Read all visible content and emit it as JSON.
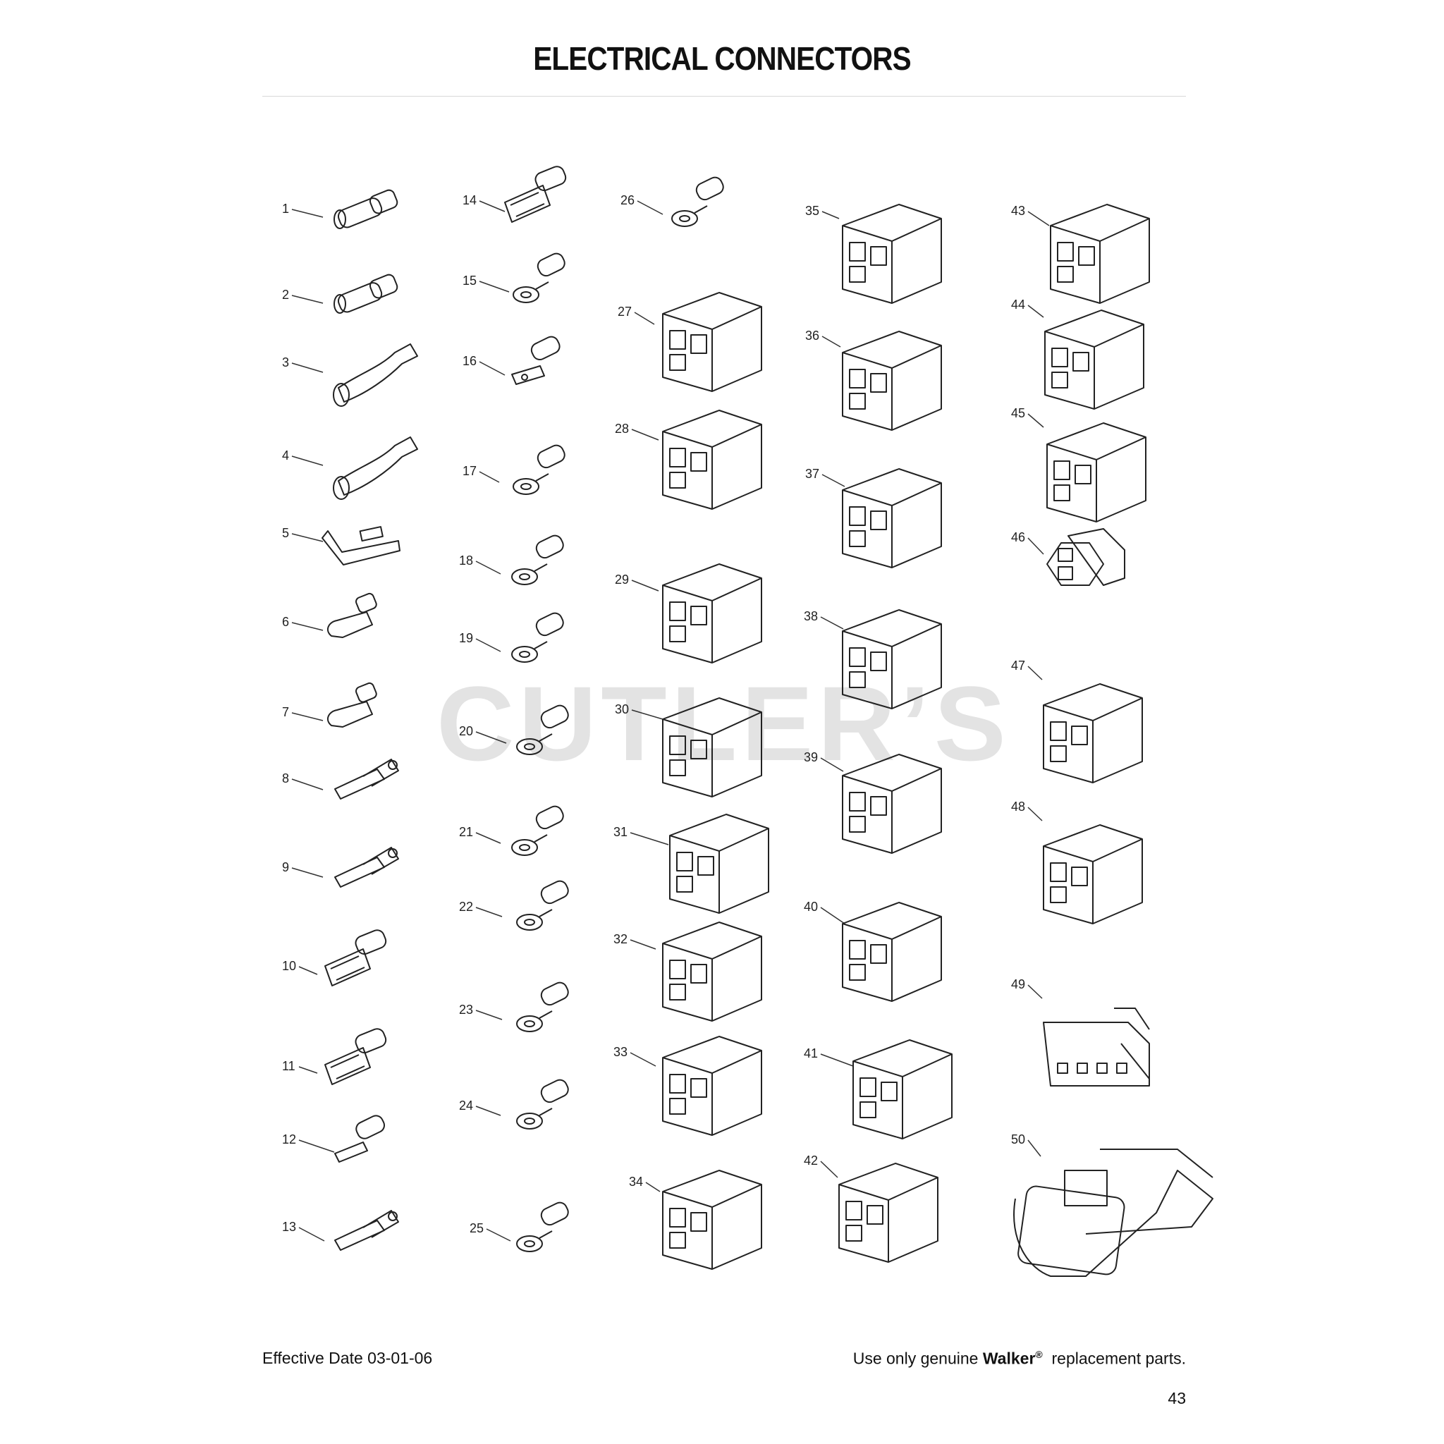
{
  "header": {
    "title": "ELECTRICAL CONNECTORS"
  },
  "watermark": "CUTLER’S",
  "parts": [
    {
      "number": "1",
      "icon": "butt-splice-icon"
    },
    {
      "number": "2",
      "icon": "butt-splice-icon"
    },
    {
      "number": "3",
      "icon": "heat-shrink-splice-icon"
    },
    {
      "number": "4",
      "icon": "heat-shrink-splice-icon"
    },
    {
      "number": "5",
      "icon": "flag-terminal-icon"
    },
    {
      "number": "6",
      "icon": "bullet-terminal-icon"
    },
    {
      "number": "7",
      "icon": "bullet-terminal-icon"
    },
    {
      "number": "8",
      "icon": "open-barrel-terminal-icon"
    },
    {
      "number": "9",
      "icon": "open-barrel-terminal-icon"
    },
    {
      "number": "10",
      "icon": "female-quick-disconnect-icon"
    },
    {
      "number": "11",
      "icon": "female-quick-disconnect-icon"
    },
    {
      "number": "12",
      "icon": "male-quick-disconnect-icon"
    },
    {
      "number": "13",
      "icon": "open-barrel-terminal-icon"
    },
    {
      "number": "14",
      "icon": "female-quick-disconnect-icon"
    },
    {
      "number": "15",
      "icon": "ring-terminal-icon"
    },
    {
      "number": "16",
      "icon": "spade-terminal-icon"
    },
    {
      "number": "17",
      "icon": "ring-terminal-icon"
    },
    {
      "number": "18",
      "icon": "ring-terminal-icon"
    },
    {
      "number": "19",
      "icon": "ring-terminal-icon"
    },
    {
      "number": "20",
      "icon": "ring-terminal-icon"
    },
    {
      "number": "21",
      "icon": "ring-terminal-icon"
    },
    {
      "number": "22",
      "icon": "ring-terminal-icon"
    },
    {
      "number": "23",
      "icon": "ring-terminal-icon"
    },
    {
      "number": "24",
      "icon": "ring-terminal-icon"
    },
    {
      "number": "25",
      "icon": "ring-terminal-icon"
    },
    {
      "number": "26",
      "icon": "ring-terminal-icon"
    },
    {
      "number": "27",
      "icon": "connector-housing-icon"
    },
    {
      "number": "28",
      "icon": "connector-housing-icon"
    },
    {
      "number": "29",
      "icon": "connector-housing-icon"
    },
    {
      "number": "30",
      "icon": "connector-housing-icon"
    },
    {
      "number": "31",
      "icon": "connector-housing-icon"
    },
    {
      "number": "32",
      "icon": "connector-housing-icon"
    },
    {
      "number": "33",
      "icon": "connector-housing-icon"
    },
    {
      "number": "34",
      "icon": "connector-housing-icon"
    },
    {
      "number": "35",
      "icon": "connector-housing-icon"
    },
    {
      "number": "36",
      "icon": "connector-housing-icon"
    },
    {
      "number": "37",
      "icon": "connector-housing-icon"
    },
    {
      "number": "38",
      "icon": "connector-housing-icon"
    },
    {
      "number": "39",
      "icon": "connector-housing-icon"
    },
    {
      "number": "40",
      "icon": "connector-housing-icon"
    },
    {
      "number": "41",
      "icon": "connector-housing-icon"
    },
    {
      "number": "42",
      "icon": "connector-housing-icon"
    },
    {
      "number": "43",
      "icon": "connector-housing-icon"
    },
    {
      "number": "44",
      "icon": "connector-housing-icon"
    },
    {
      "number": "45",
      "icon": "connector-housing-icon"
    },
    {
      "number": "46",
      "icon": "connector-housing-icon"
    },
    {
      "number": "47",
      "icon": "connector-housing-icon"
    },
    {
      "number": "48",
      "icon": "connector-housing-icon"
    },
    {
      "number": "49",
      "icon": "weatherpack-connector-icon"
    },
    {
      "number": "50",
      "icon": "sealed-connector-icon"
    }
  ],
  "footer": {
    "effective_date": "Effective Date 03-01-06",
    "notice_prefix": "Use only genuine",
    "brand": "Walker",
    "registered": "®",
    "notice_suffix": "replacement parts.",
    "page_number": "43"
  }
}
